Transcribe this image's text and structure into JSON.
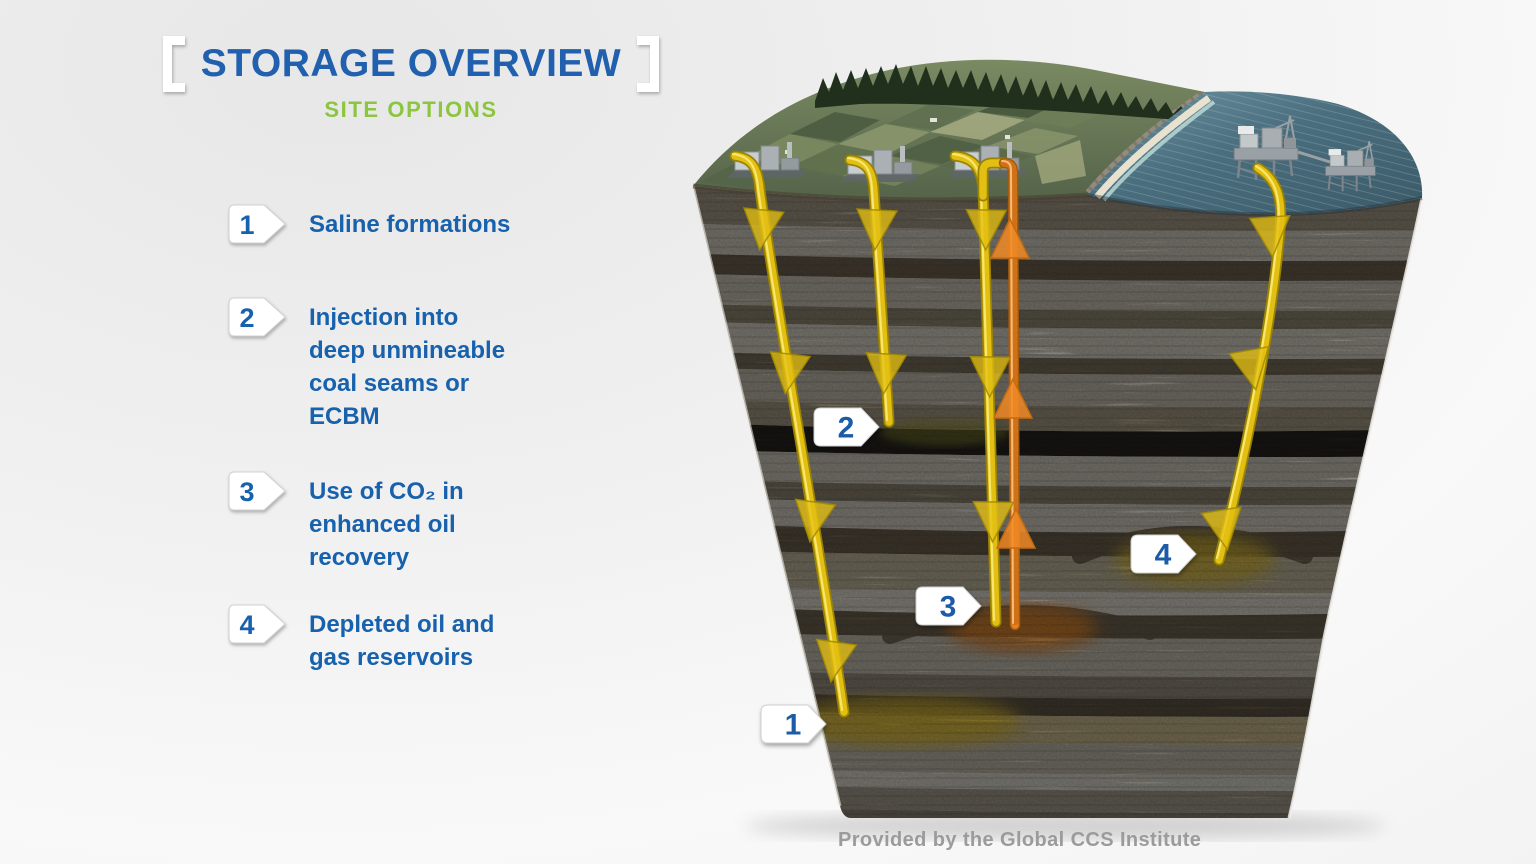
{
  "header": {
    "title": "STORAGE OVERVIEW",
    "subtitle": "SITE OPTIONS"
  },
  "legend": {
    "items": [
      {
        "num": "1",
        "text": "Saline formations"
      },
      {
        "num": "2",
        "text": "Injection into\ndeep unmineable\ncoal seams or\nECBM"
      },
      {
        "num": "3",
        "text": "Use of CO₂ in\nenhanced oil\nrecovery"
      },
      {
        "num": "4",
        "text": "Depleted oil and\ngas reservoirs"
      }
    ]
  },
  "diagram": {
    "labels": [
      {
        "num": "1"
      },
      {
        "num": "2"
      },
      {
        "num": "3"
      },
      {
        "num": "4"
      }
    ],
    "strata": [
      {
        "t": 150,
        "c": "#a79c89",
        "name": "surface-rock"
      },
      {
        "t": 222,
        "c": "#d7d1c5",
        "name": "limestone"
      },
      {
        "t": 252,
        "c": "#6e6250",
        "name": "shale"
      },
      {
        "t": 272,
        "c": "#cdc6b8",
        "name": "sandstone"
      },
      {
        "t": 302,
        "c": "#948a75",
        "name": "siltstone"
      },
      {
        "t": 320,
        "c": "#dcd6ca",
        "name": "limestone"
      },
      {
        "t": 350,
        "c": "#7c705c",
        "name": "shale"
      },
      {
        "t": 366,
        "c": "#c8c1b2",
        "name": "sandstone"
      },
      {
        "t": 398,
        "c": "#a89c85",
        "name": "siltstone"
      },
      {
        "t": 420,
        "c": "#23221e",
        "s": 18,
        "name": "coal-seam"
      },
      {
        "t": 448,
        "c": "#d4cec1",
        "name": "sandstone"
      },
      {
        "t": 478,
        "c": "#8f8673",
        "name": "siltstone"
      },
      {
        "t": 496,
        "c": "#d8d2c6",
        "name": "limestone"
      },
      {
        "t": 520,
        "c": "#6b5f4c",
        "s": 20,
        "name": "caprock"
      },
      {
        "t": 548,
        "c": "#c2ba9f",
        "s": 12,
        "name": "depleted-reservoir"
      },
      {
        "t": 584,
        "c": "#e2ddd2",
        "name": "limestone"
      },
      {
        "t": 602,
        "c": "#6f6450",
        "s": 22,
        "name": "caprock"
      },
      {
        "t": 630,
        "c": "#c9c2b3",
        "name": "oil-reservoir-rock"
      },
      {
        "t": 668,
        "c": "#99907f",
        "name": "siltstone"
      },
      {
        "t": 688,
        "c": "#5f5545",
        "s": 16,
        "name": "caprock"
      },
      {
        "t": 708,
        "c": "#cdbd8e",
        "name": "saline-formation"
      },
      {
        "t": 736,
        "c": "#c5beaf",
        "name": "sandstone"
      },
      {
        "t": 766,
        "c": "#dfdacf",
        "name": "limestone"
      },
      {
        "t": 782,
        "c": "#a8a090",
        "name": "siltstone"
      },
      {
        "t": 804,
        "c": "#8d8575",
        "name": "basement-rock"
      }
    ],
    "palette": {
      "title_blue": "#2060ae",
      "accent_green": "#8cc63e",
      "legend_blue": "#1761ad",
      "label_blue": "#1c5ba6",
      "pipe_yellow": "#e3bf12",
      "pipe_orange": "#e8821f",
      "ocean_blue": "#4a6e7e",
      "glow_yellow": "#e7c32f",
      "glow_orange": "#f08a26",
      "attribution_gray": "#9b9b9b"
    }
  },
  "footer": {
    "attribution": "Provided by the Global CCS Institute"
  }
}
